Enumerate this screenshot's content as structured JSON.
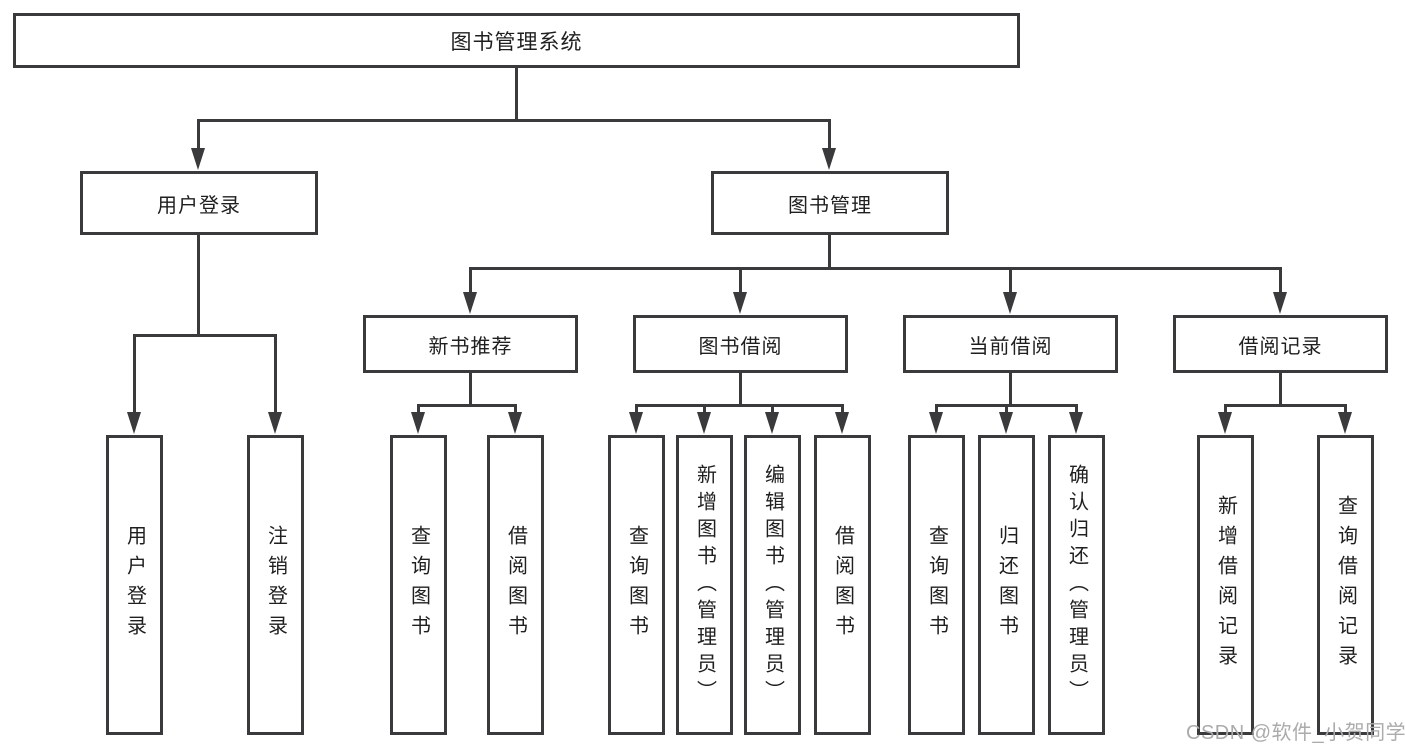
{
  "diagram": {
    "title": "图书管理系统",
    "root": {
      "label": "图书管理系统"
    },
    "level2": [
      {
        "id": "user-login",
        "label": "用户登录"
      },
      {
        "id": "book-management",
        "label": "图书管理"
      }
    ],
    "level3": [
      {
        "id": "new-book-recommend",
        "label": "新书推荐"
      },
      {
        "id": "book-borrow",
        "label": "图书借阅"
      },
      {
        "id": "current-borrow",
        "label": "当前借阅"
      },
      {
        "id": "borrow-records",
        "label": "借阅记录"
      }
    ],
    "leaves": [
      {
        "id": "user-login-leaf",
        "parent": "用户登录",
        "label": "用户登录"
      },
      {
        "id": "logout-leaf",
        "parent": "用户登录",
        "label": "注销登录"
      },
      {
        "id": "query-books-recommend",
        "parent": "新书推荐",
        "label": "查询图书"
      },
      {
        "id": "borrow-books-recommend",
        "parent": "新书推荐",
        "label": "借阅图书"
      },
      {
        "id": "query-books-borrow",
        "parent": "图书借阅",
        "label": "查询图书"
      },
      {
        "id": "add-book-admin",
        "parent": "图书借阅",
        "label": "新增图书（管理员）"
      },
      {
        "id": "edit-book-admin",
        "parent": "图书借阅",
        "label": "编辑图书（管理员）"
      },
      {
        "id": "borrow-books-borrow",
        "parent": "图书借阅",
        "label": "借阅图书"
      },
      {
        "id": "query-books-current",
        "parent": "当前借阅",
        "label": "查询图书"
      },
      {
        "id": "return-book",
        "parent": "当前借阅",
        "label": "归还图书"
      },
      {
        "id": "confirm-return-admin",
        "parent": "当前借阅",
        "label": "确认归还（管理员）"
      },
      {
        "id": "add-borrow-record",
        "parent": "借阅记录",
        "label": "新增借阅记录"
      },
      {
        "id": "query-borrow-record",
        "parent": "借阅记录",
        "label": "查询借阅记录"
      }
    ],
    "watermark": {
      "text": "CSDN @软件_小贺同学"
    },
    "colors": {
      "line": "#3a3a3c",
      "box_border": "#3a3a3c",
      "text": "#1f1f1f",
      "watermark": "#ababab",
      "background": "#ffffff"
    }
  }
}
